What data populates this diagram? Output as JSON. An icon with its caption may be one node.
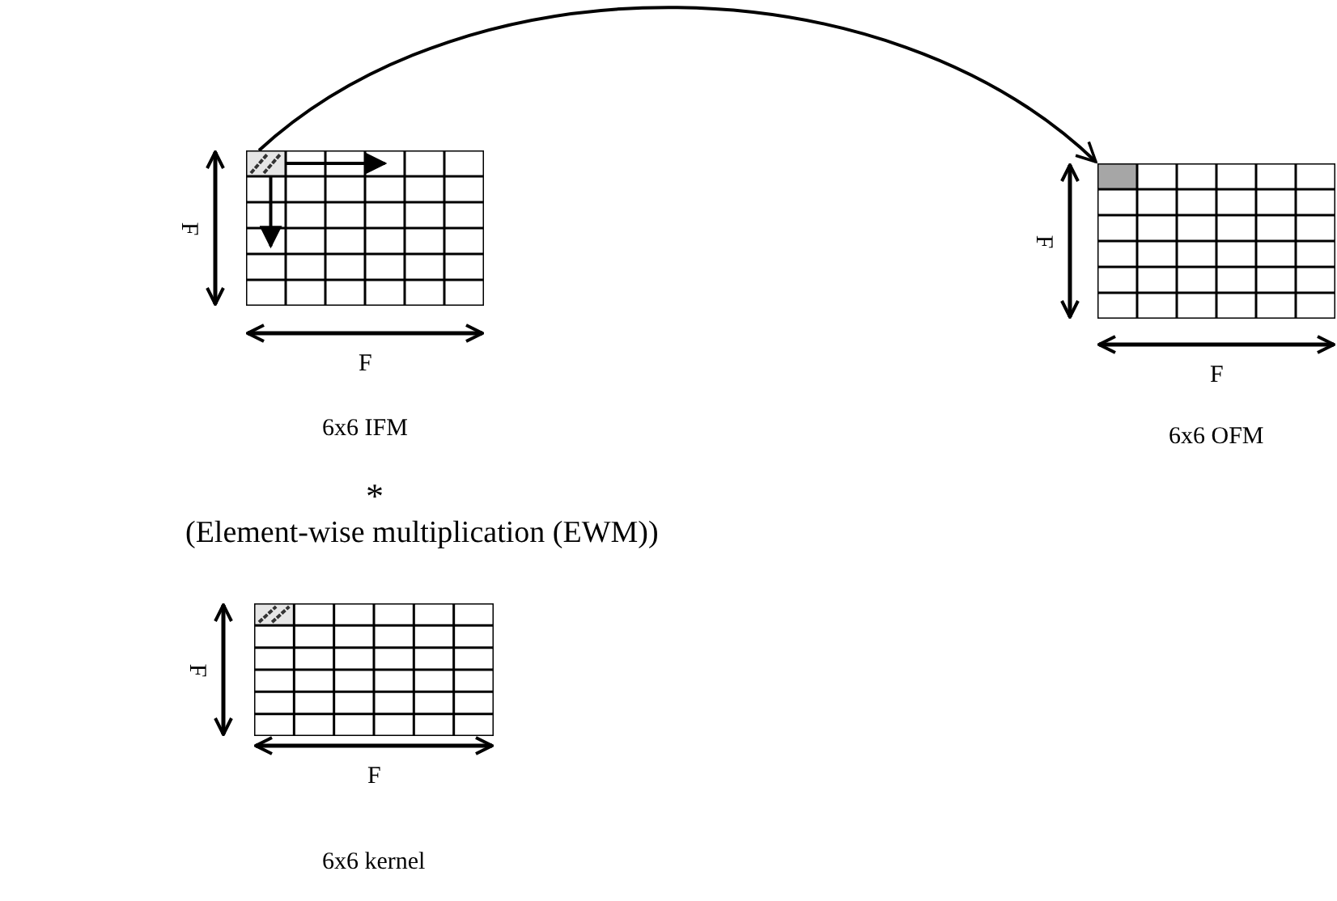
{
  "diagram": {
    "nodes": [
      {
        "text": [],
        "shape": "grid"
      },
      {
        "text": [],
        "shape": "grid"
      },
      {
        "text": [],
        "shape": "grid"
      }
    ],
    "edges": [
      {
        "from": 0,
        "to": 1,
        "arrow": "to"
      }
    ],
    "labels": [
      "F",
      "F",
      "6x6 IFM",
      "F",
      "F",
      "6x6 OFM",
      "*",
      "(Element-wise multiplication (EWM))",
      "F",
      "F",
      "6x6 kernel"
    ]
  }
}
